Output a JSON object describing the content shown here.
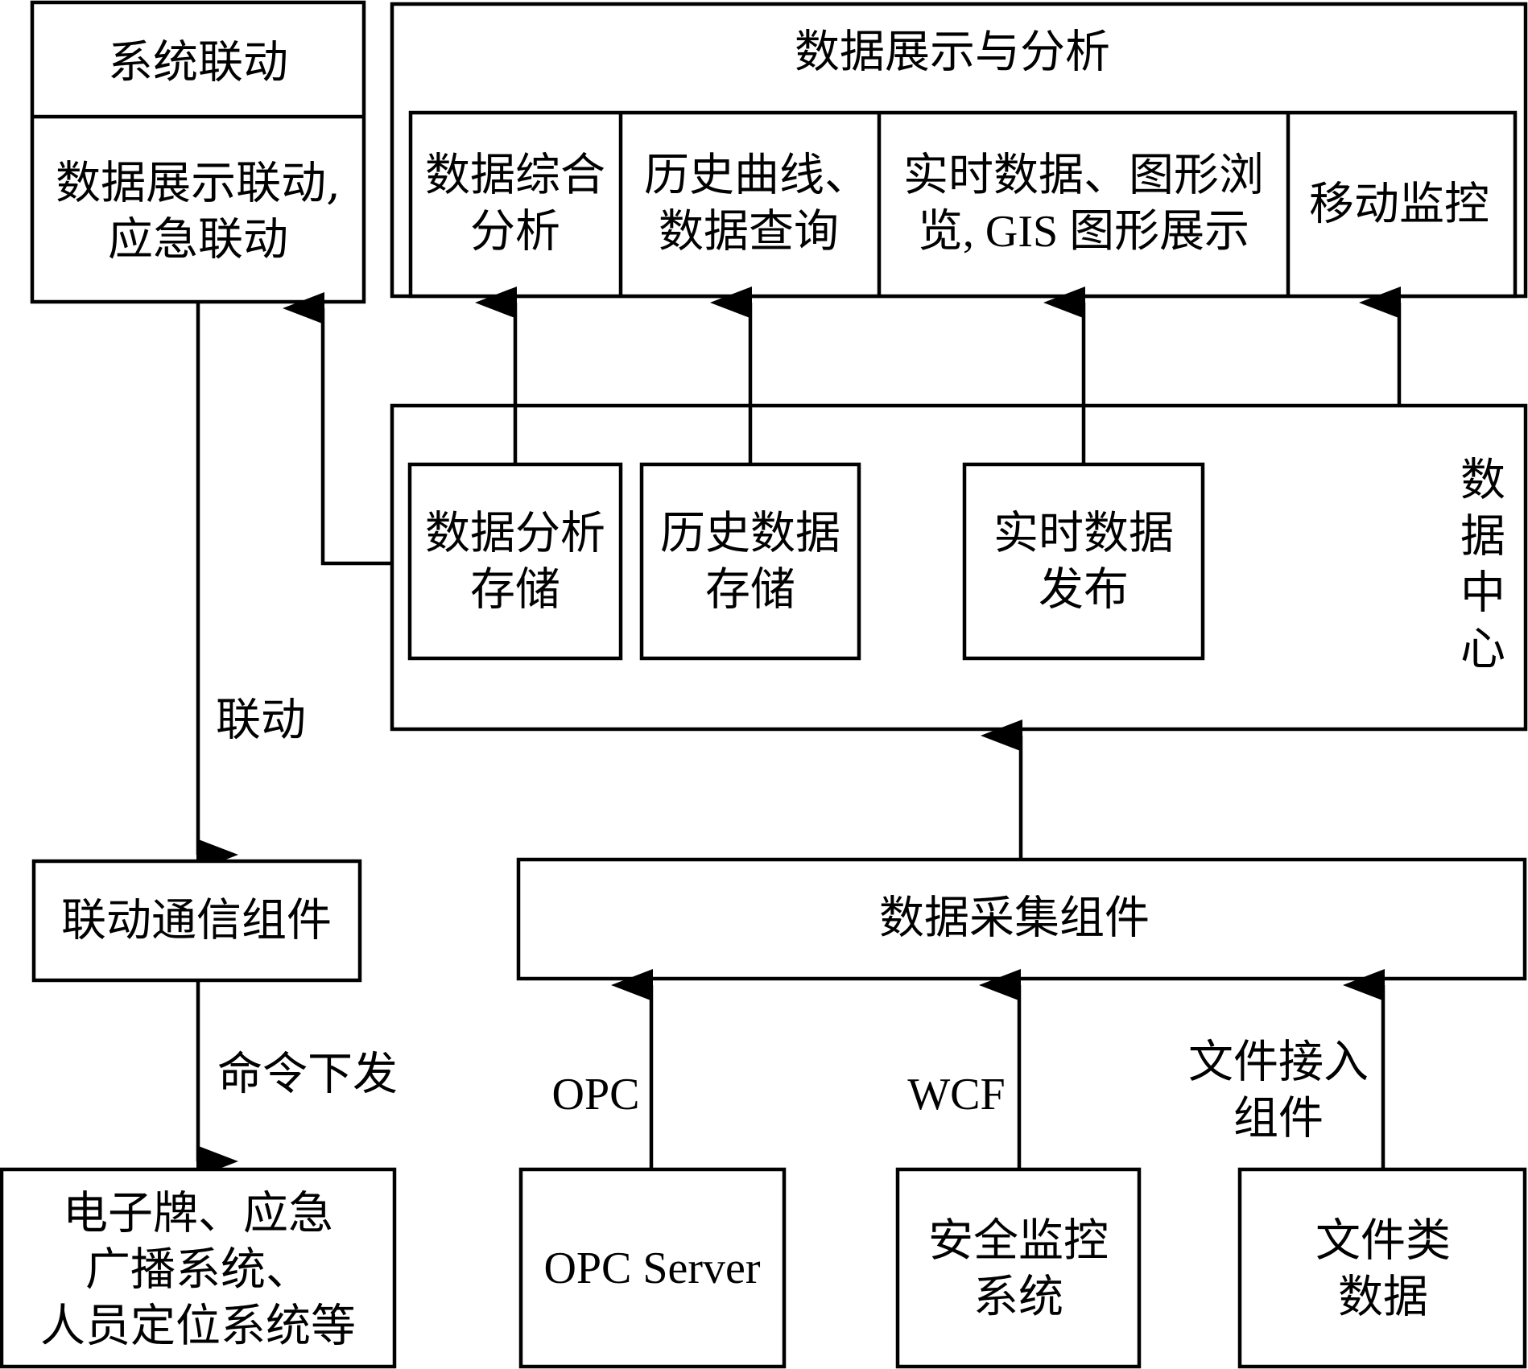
{
  "diagram": {
    "system_linkage": {
      "title": "系统联动",
      "content_line1": "数据展示联动,",
      "content_line2": "应急联动"
    },
    "display_analysis": {
      "title": "数据展示与分析",
      "cells": [
        {
          "line1": "数据综合",
          "line2": "分析"
        },
        {
          "line1": "历史曲线、",
          "line2": "数据查询"
        },
        {
          "line1": "实时数据、图形浏",
          "line2": "览, GIS 图形展示"
        },
        {
          "line1": "移动监控",
          "line2": ""
        }
      ]
    },
    "data_center": {
      "label_chars": [
        "数",
        "据",
        "中",
        "心"
      ],
      "modules": [
        {
          "line1": "数据分析",
          "line2": "存储"
        },
        {
          "line1": "历史数据",
          "line2": "存储"
        },
        {
          "line1": "实时数据",
          "line2": "发布"
        }
      ]
    },
    "edge_labels": {
      "linkage": "联动",
      "command": "命令下发",
      "opc": "OPC",
      "wcf": "WCF",
      "file_access_line1": "文件接入",
      "file_access_line2": "组件"
    },
    "linkage_comm": "联动通信组件",
    "data_collection": "数据采集组件",
    "outputs": {
      "line1": "电子牌、应急",
      "line2": "广播系统、",
      "line3": "人员定位系统等"
    },
    "sources": {
      "opc_server": "OPC Server",
      "safety_monitor_line1": "安全监控",
      "safety_monitor_line2": "系统",
      "file_data_line1": "文件类",
      "file_data_line2": "数据"
    }
  }
}
